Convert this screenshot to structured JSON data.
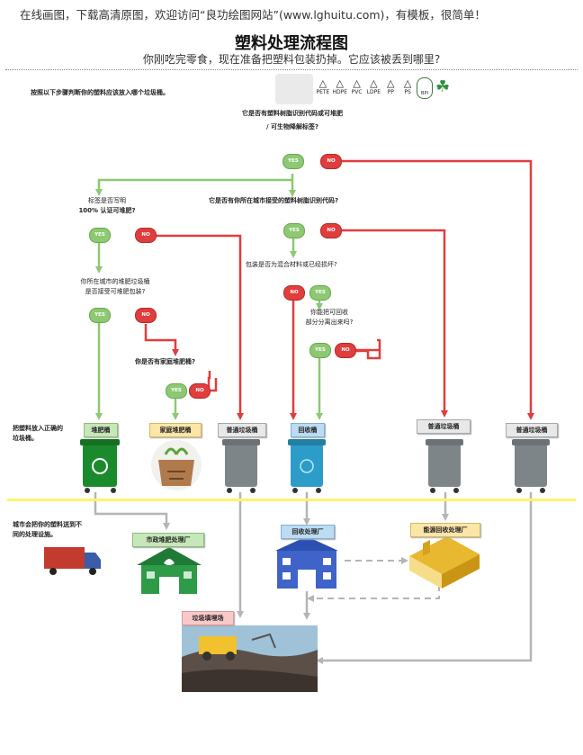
{
  "banner": "在线画图，下载高清原图，欢迎访问“良功绘图网站”(www.lghuitu.com)，有模板，很简单！",
  "header": {
    "title": "塑料处理流程图",
    "subtitle": "你刚吃完零食，现在准备把塑料包装扔掉。它应该被丢到哪里?"
  },
  "intro": "按照以下步骤判断你的塑料应该放入哪个垃圾桶。",
  "symbols": {
    "codes": [
      "1",
      "2",
      "3",
      "4",
      "5",
      "6"
    ],
    "names": [
      "PETE",
      "HDPE",
      "PVC",
      "LDPE",
      "PP",
      "PS"
    ],
    "bpi": "BPI"
  },
  "questions": {
    "q1_line1": "它是否有塑料树脂识别代码或可堆肥",
    "q1_line2": "/ 可生物降解标签?",
    "q2_line1": "标签是否写明",
    "q2_line2": "100% 认证可堆肥?",
    "q3": "它是否有你所在城市接受的塑料树脂识别代码?",
    "q4_line1": "你所在城市的堆肥垃圾桶",
    "q4_line2": "是否接受可堆肥包装?",
    "q5": "包装是否为混合材料或已经损坏?",
    "q6_line1": "你能把可回收",
    "q6_line2": "部分分离出来吗?",
    "q7": "你是否有家庭堆肥桶?"
  },
  "answers": {
    "yes": "YES",
    "no": "NO"
  },
  "step_put": "把塑料放入正确的垃圾桶。",
  "bins": {
    "compost": "堆肥桶",
    "home_compost": "家庭堆肥桶",
    "general1": "普通垃圾桶",
    "recycle": "回收桶",
    "general2": "普通垃圾桶",
    "general3": "普通垃圾桶"
  },
  "step_send": "城市会把你的塑料送到不同的处理设施。",
  "facilities": {
    "compost_plant": "市政堆肥处理厂",
    "recycle_plant": "回收处理厂",
    "energy_plant": "能源回收处理厂",
    "landfill": "垃圾填埋场"
  },
  "colors": {
    "green": "#8dc872",
    "red": "#e03d3d",
    "gray": "#b5b5b5",
    "yellow": "#fff36a"
  }
}
